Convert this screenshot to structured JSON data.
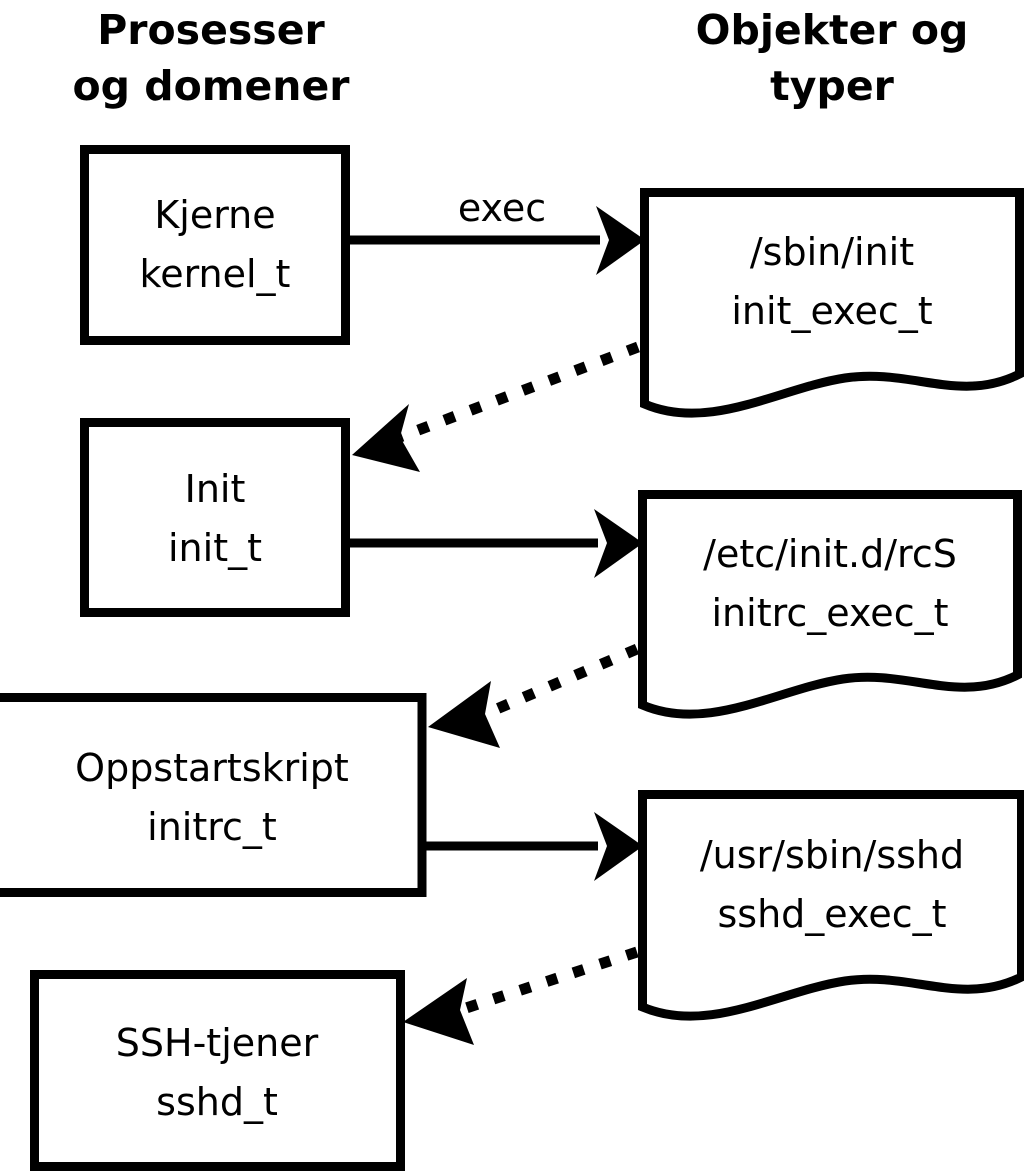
{
  "diagram": {
    "title_columns": [
      {
        "id": "processes",
        "line1": "Prosesser",
        "line2": "og domener"
      },
      {
        "id": "objects",
        "line1": "Objekter og",
        "line2": "typer"
      }
    ],
    "process_nodes": [
      {
        "id": "kernel",
        "line1": "Kjerne",
        "line2": "kernel_t"
      },
      {
        "id": "init",
        "line1": "Init",
        "line2": "init_t"
      },
      {
        "id": "initrc",
        "line1": "Oppstartskript",
        "line2": "initrc_t"
      },
      {
        "id": "sshd",
        "line1": "SSH-tjener",
        "line2": "sshd_t"
      }
    ],
    "object_nodes": [
      {
        "id": "init_exec",
        "line1": "/sbin/init",
        "line2": "init_exec_t"
      },
      {
        "id": "initrc_exec",
        "line1": "/etc/init.d/rcS",
        "line2": "initrc_exec_t"
      },
      {
        "id": "sshd_exec",
        "line1": "/usr/sbin/sshd",
        "line2": "sshd_exec_t"
      }
    ],
    "edges": [
      {
        "id": "kernel-to-init_exec",
        "from": "kernel",
        "to": "init_exec",
        "style": "solid",
        "label": "exec"
      },
      {
        "id": "init_exec-to-init",
        "from": "init_exec",
        "to": "init",
        "style": "dotted",
        "label": ""
      },
      {
        "id": "init-to-initrc_exec",
        "from": "init",
        "to": "initrc_exec",
        "style": "solid",
        "label": ""
      },
      {
        "id": "initrc_exec-to-initrc",
        "from": "initrc_exec",
        "to": "initrc",
        "style": "dotted",
        "label": ""
      },
      {
        "id": "initrc-to-sshd_exec",
        "from": "initrc",
        "to": "sshd_exec",
        "style": "solid",
        "label": ""
      },
      {
        "id": "sshd_exec-to-sshd",
        "from": "sshd_exec",
        "to": "sshd",
        "style": "dotted",
        "label": ""
      }
    ],
    "colors": {
      "background": "#ffffff",
      "stroke": "#000000",
      "text": "#000000"
    }
  }
}
